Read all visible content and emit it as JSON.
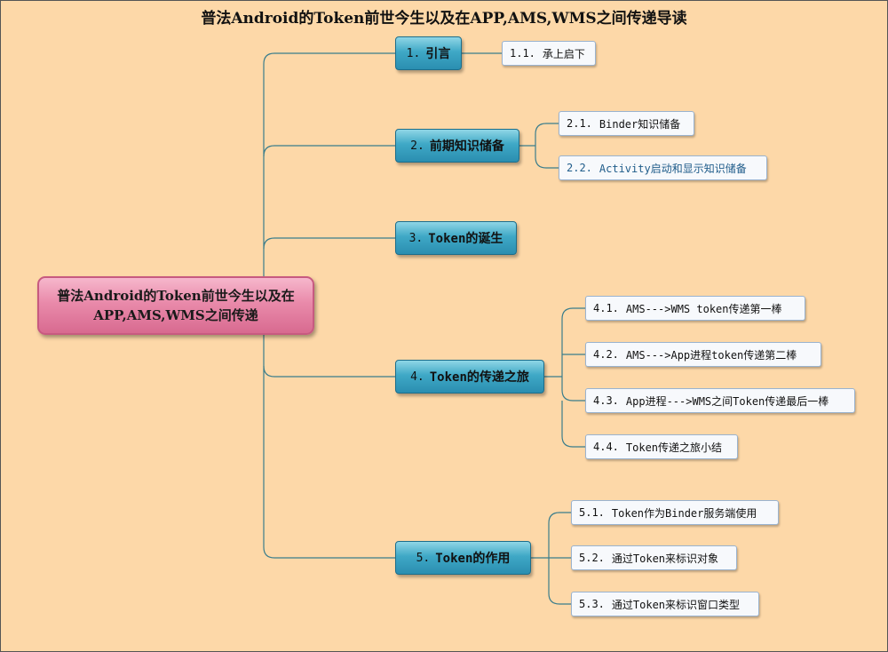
{
  "title": "普法Android的Token前世今生以及在APP,AMS,WMS之间传递导读",
  "root": {
    "line1": "普法Android的Token前世今生以及在",
    "line2": "APP,AMS,WMS之间传递"
  },
  "branches": [
    {
      "num": "1.",
      "label": "引言",
      "children": [
        {
          "num": "1.1.",
          "label": "承上启下"
        }
      ]
    },
    {
      "num": "2.",
      "label": "前期知识储备",
      "children": [
        {
          "num": "2.1.",
          "label": "Binder知识储备"
        },
        {
          "num": "2.2.",
          "label": "Activity启动和显示知识储备"
        }
      ]
    },
    {
      "num": "3.",
      "label": "Token的诞生",
      "children": []
    },
    {
      "num": "4.",
      "label": "Token的传递之旅",
      "children": [
        {
          "num": "4.1.",
          "label": "AMS--->WMS token传递第一棒"
        },
        {
          "num": "4.2.",
          "label": "AMS--->App进程token传递第二棒"
        },
        {
          "num": "4.3.",
          "label": "App进程--->WMS之间Token传递最后一棒"
        },
        {
          "num": "4.4.",
          "label": "Token传递之旅小结"
        }
      ]
    },
    {
      "num": "5.",
      "label": "Token的作用",
      "children": [
        {
          "num": "5.1.",
          "label": "Token作为Binder服务端使用"
        },
        {
          "num": "5.2.",
          "label": "通过Token来标识对象"
        },
        {
          "num": "5.3.",
          "label": "通过Token来标识窗口类型"
        }
      ]
    }
  ],
  "colors": {
    "background": "#fdd8a8",
    "root_fill": "#e98aaa",
    "branch_fill": "#3fa8c6",
    "leaf_fill": "#f7f9fc",
    "connector": "#3a7d8c"
  }
}
